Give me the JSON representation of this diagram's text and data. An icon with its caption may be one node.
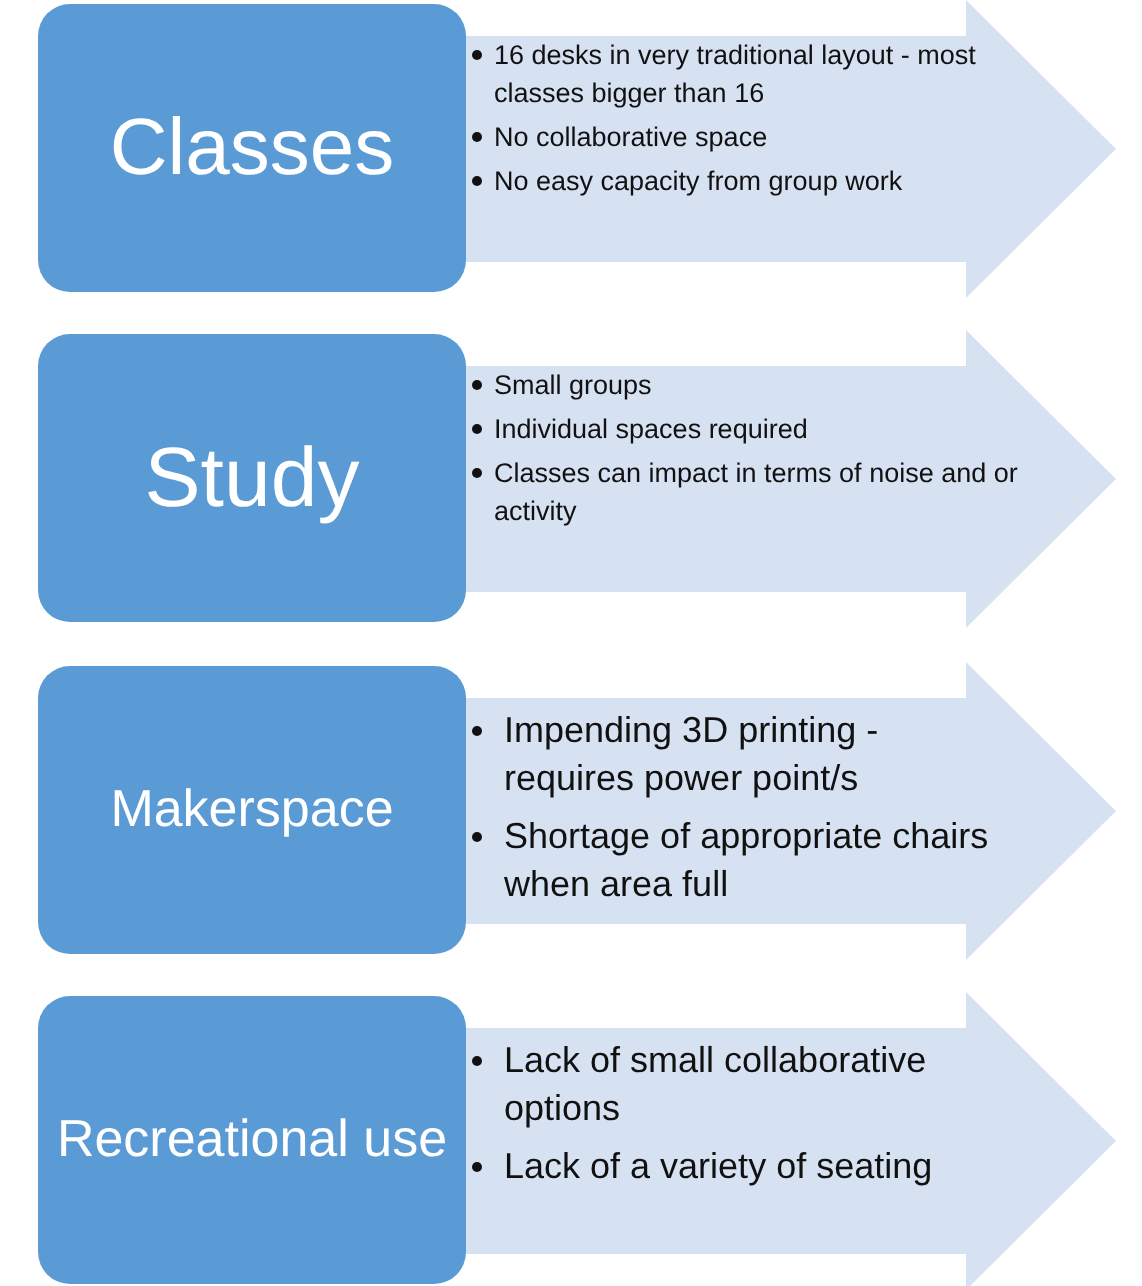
{
  "diagram": {
    "nodes": [
      {
        "text": [
          "Classes"
        ]
      },
      {
        "text": [
          "16 desks in very traditional layout  - most classes bigger than 16",
          "No collaborative space",
          "No easy capacity from group work"
        ]
      },
      {
        "text": [
          "Study"
        ]
      },
      {
        "text": [
          "Small groups",
          "Individual spaces required",
          "Classes can impact in terms of noise and or activity"
        ]
      },
      {
        "text": [
          "Makerspace"
        ]
      },
      {
        "text": [
          "Impending 3D printing - requires power point/s",
          "Shortage of appropriate chairs when area full"
        ]
      },
      {
        "text": [
          "Recreational use"
        ]
      },
      {
        "text": [
          "Lack of small collaborative options",
          "Lack of a variety of seating"
        ]
      }
    ]
  }
}
